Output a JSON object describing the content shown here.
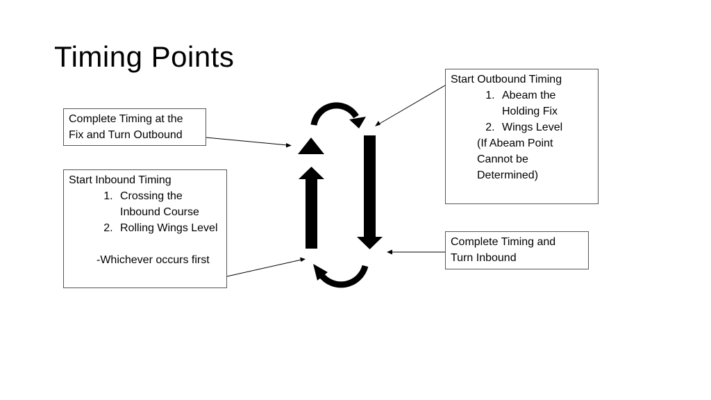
{
  "slide": {
    "title": "Timing Points"
  },
  "callouts": {
    "complete_fix": {
      "line1": "Complete Timing at the",
      "line2": "Fix and Turn Outbound"
    },
    "start_inbound": {
      "heading": "Start Inbound Timing",
      "items": [
        "Crossing the Inbound Course",
        "Rolling Wings Level"
      ],
      "note": "-Whichever occurs first"
    },
    "start_outbound": {
      "heading": "Start Outbound Timing",
      "items": [
        "Abeam the Holding Fix",
        "Wings Level"
      ],
      "note": "(If Abeam Point Cannot be Determined)"
    },
    "complete_inbound": {
      "line1": "Complete Timing and",
      "line2": "Turn Inbound"
    }
  },
  "colors": {
    "arrow": "#000000",
    "border": "#555555"
  }
}
